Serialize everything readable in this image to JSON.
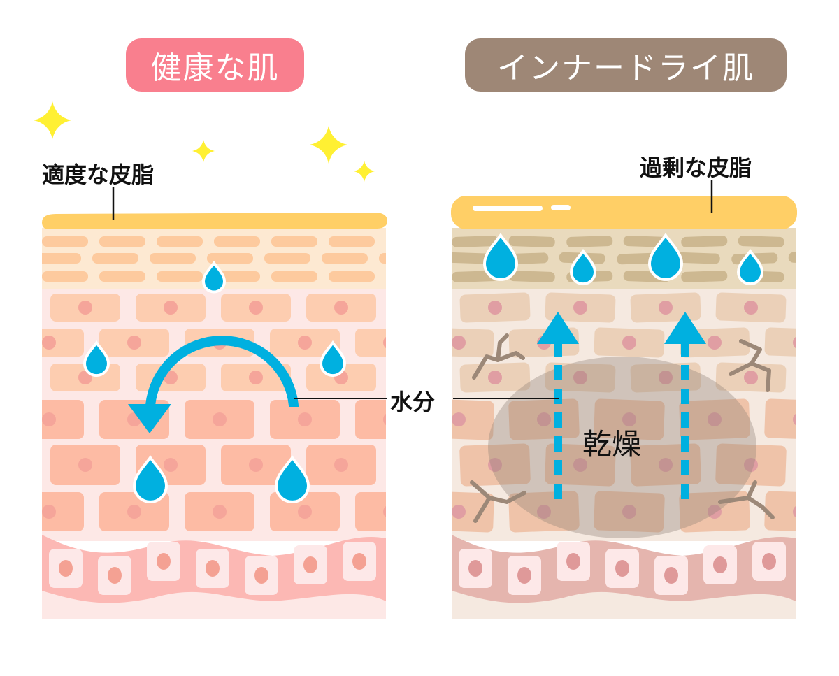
{
  "healthy": {
    "title": "健康な肌",
    "sebum_label": "適度な皮脂",
    "color": "#f97f8e"
  },
  "inner_dry": {
    "title": "インナードライ肌",
    "sebum_label": "過剰な皮脂",
    "dry_label": "乾燥",
    "color": "#9e8776"
  },
  "moisture_label": "水分",
  "colors": {
    "water": "#00b0e0",
    "sebum": "#ffcf66",
    "sparkle": "#fff033"
  }
}
